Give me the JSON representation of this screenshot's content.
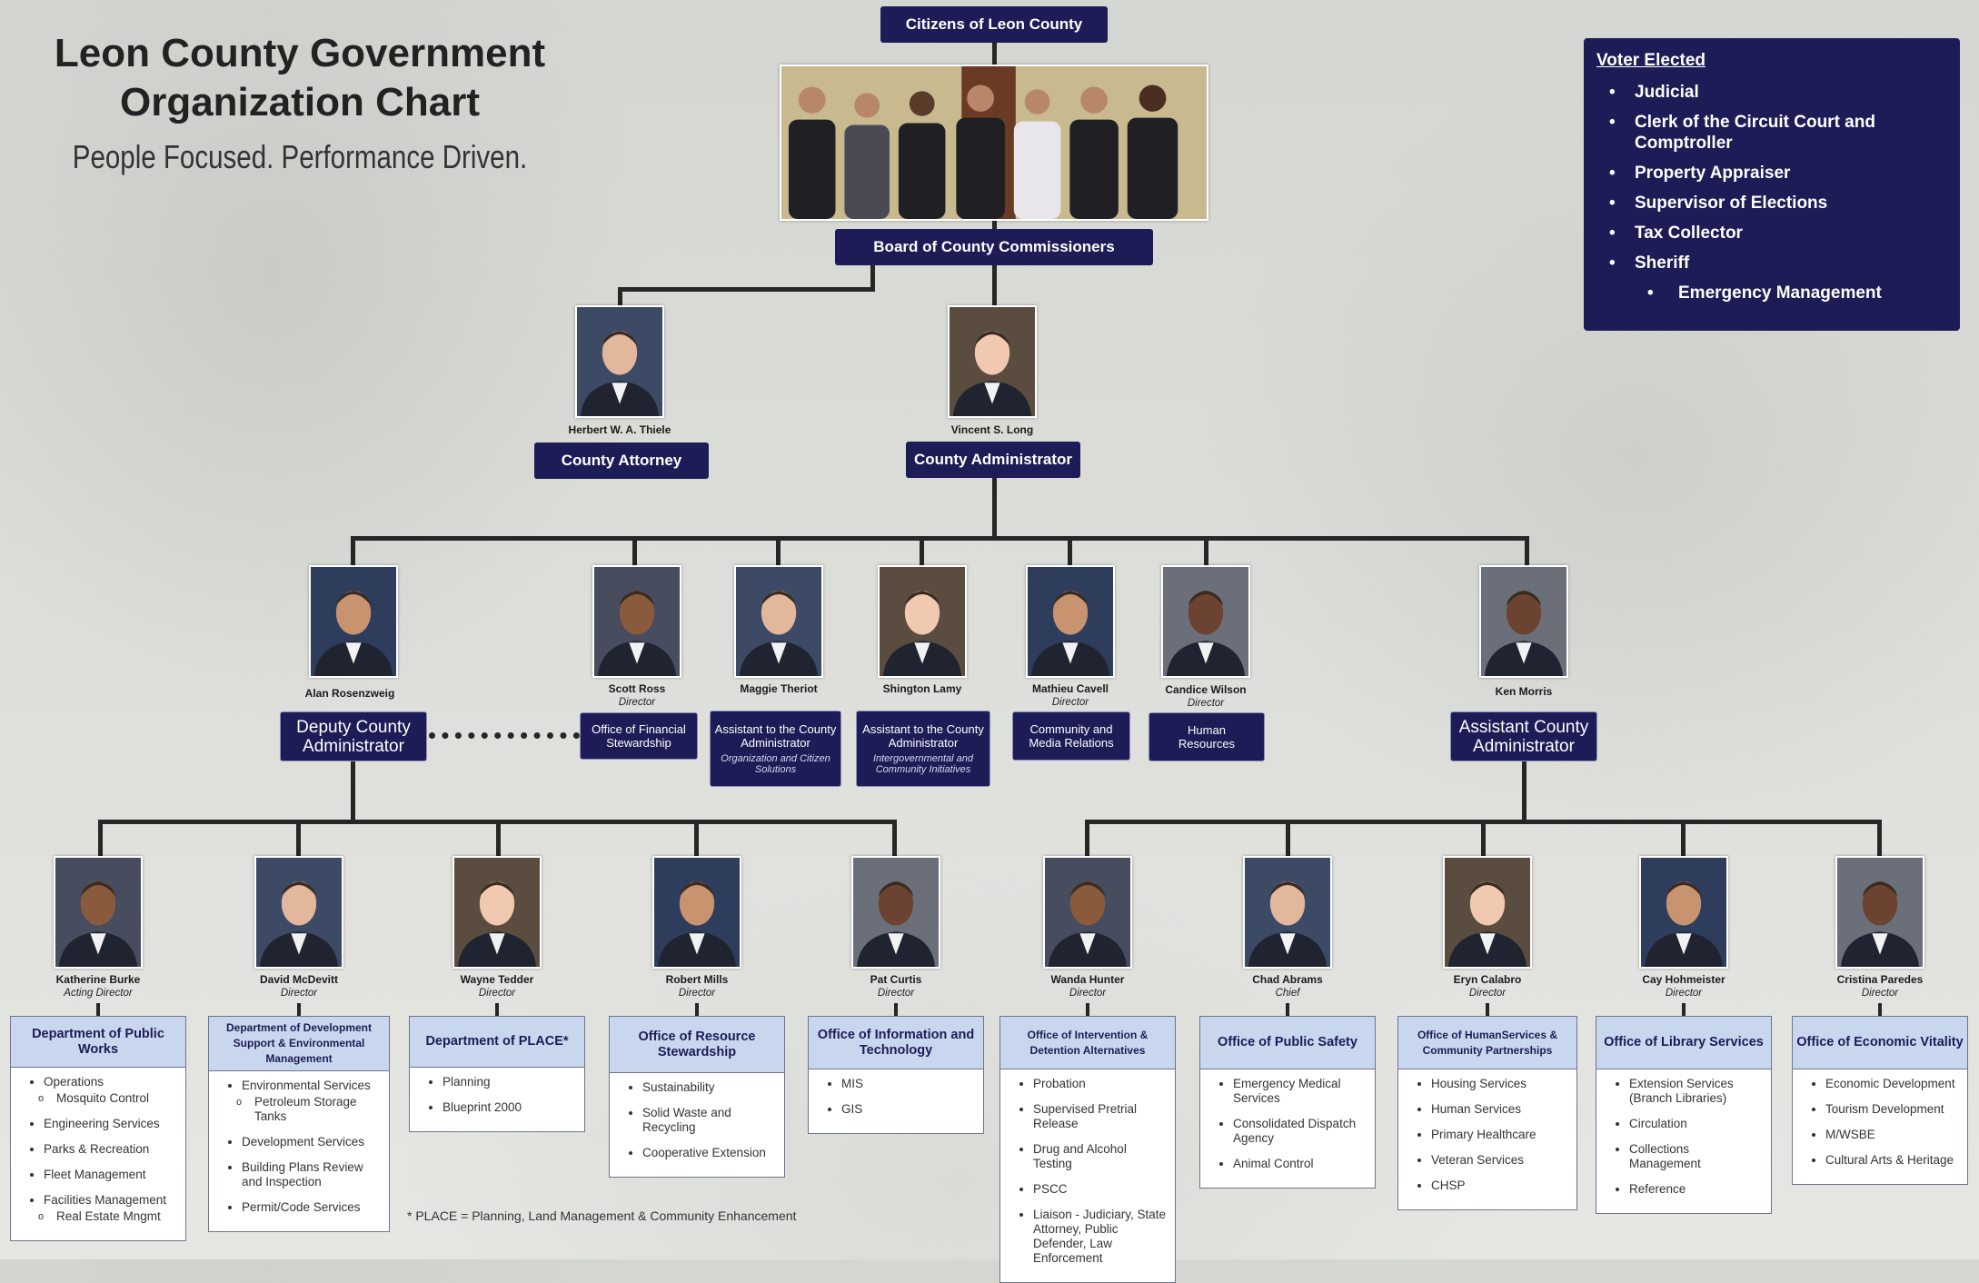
{
  "title": {
    "line1": "Leon County Government",
    "line2": "Organization Chart",
    "tagline": "People Focused. Performance Driven."
  },
  "top": {
    "citizens": "Citizens of Leon County",
    "board": "Board of County Commissioners"
  },
  "voter_elected": {
    "heading": "Voter Elected",
    "items": [
      "Judicial",
      "Clerk of the Circuit Court and Comptroller",
      "Property Appraiser",
      "Supervisor of Elections",
      "Tax Collector",
      "Sheriff"
    ],
    "sub_item": "Emergency Management"
  },
  "attorney": {
    "name": "Herbert W. A. Thiele",
    "role": "County Attorney"
  },
  "administrator": {
    "name": "Vincent S. Long",
    "role": "County Administrator"
  },
  "deputy": {
    "name": "Alan Rosenzweig",
    "role": "Deputy County Administrator"
  },
  "assistant": {
    "name": "Ken Morris",
    "role": "Assistant County Administrator"
  },
  "middle": [
    {
      "name": "Scott Ross",
      "title": "Director",
      "role": "Office of Financial Stewardship",
      "sub": ""
    },
    {
      "name": "Maggie Theriot",
      "title": "",
      "role": "Assistant to the County Administrator",
      "sub": "Organization and Citizen Solutions"
    },
    {
      "name": "Shington Lamy",
      "title": "",
      "role": "Assistant to the County Administrator",
      "sub": "Intergovernmental and Community Initiatives"
    },
    {
      "name": "Mathieu Cavell",
      "title": "Director",
      "role": "Community and Media Relations",
      "sub": ""
    },
    {
      "name": "Candice Wilson",
      "title": "Director",
      "role": "Human Resources",
      "sub": ""
    }
  ],
  "departments": [
    {
      "name": "Katherine Burke",
      "title": "Acting Director",
      "dept": "Department of Public Works",
      "items": [
        {
          "t": "Operations"
        },
        {
          "t": "Mosquito Control",
          "sub": true
        },
        {
          "t": "Engineering Services"
        },
        {
          "t": "Parks & Recreation"
        },
        {
          "t": "Fleet Management"
        },
        {
          "t": "Facilities Management"
        },
        {
          "t": "Real Estate Mngmt",
          "sub": true
        }
      ]
    },
    {
      "name": "David McDevitt",
      "title": "Director",
      "dept": "Department of Development Support & Environmental Management",
      "items": [
        {
          "t": "Environmental Services"
        },
        {
          "t": "Petroleum Storage Tanks",
          "sub": true
        },
        {
          "t": "Development Services"
        },
        {
          "t": "Building Plans Review and Inspection"
        },
        {
          "t": "Permit/Code Services"
        }
      ]
    },
    {
      "name": "Wayne Tedder",
      "title": "Director",
      "dept": "Department of PLACE*",
      "items": [
        {
          "t": "Planning"
        },
        {
          "t": "Blueprint 2000"
        }
      ]
    },
    {
      "name": "Robert Mills",
      "title": "Director",
      "dept": "Office of Resource Stewardship",
      "items": [
        {
          "t": "Sustainability"
        },
        {
          "t": "Solid Waste and Recycling"
        },
        {
          "t": "Cooperative Extension"
        }
      ]
    },
    {
      "name": "Pat Curtis",
      "title": "Director",
      "dept": "Office of Information and Technology",
      "items": [
        {
          "t": "MIS"
        },
        {
          "t": "GIS"
        }
      ]
    },
    {
      "name": "Wanda Hunter",
      "title": "Director",
      "dept": "Office of Intervention & Detention Alternatives",
      "items": [
        {
          "t": "Probation"
        },
        {
          "t": "Supervised Pretrial Release"
        },
        {
          "t": "Drug and Alcohol Testing"
        },
        {
          "t": "PSCC"
        },
        {
          "t": "Liaison - Judiciary, State Attorney, Public Defender, Law Enforcement"
        }
      ]
    },
    {
      "name": "Chad Abrams",
      "title": "Chief",
      "dept": "Office of Public Safety",
      "items": [
        {
          "t": "Emergency Medical Services"
        },
        {
          "t": "Consolidated Dispatch Agency"
        },
        {
          "t": "Animal Control"
        }
      ]
    },
    {
      "name": "Eryn Calabro",
      "title": "Director",
      "dept": "Office of HumanServices & Community Partnerships",
      "items": [
        {
          "t": "Housing Services"
        },
        {
          "t": "Human Services"
        },
        {
          "t": "Primary Healthcare"
        },
        {
          "t": "Veteran Services"
        },
        {
          "t": "CHSP"
        }
      ]
    },
    {
      "name": "Cay Hohmeister",
      "title": "Director",
      "dept": "Office of Library Services",
      "items": [
        {
          "t": "Extension Services (Branch Libraries)"
        },
        {
          "t": "Circulation"
        },
        {
          "t": "Collections Management"
        },
        {
          "t": "Reference"
        }
      ]
    },
    {
      "name": "Cristina Paredes",
      "title": "Director",
      "dept": "Office of Economic Vitality",
      "items": [
        {
          "t": "Economic Development"
        },
        {
          "t": "Tourism Development"
        },
        {
          "t": "M/WSBE"
        },
        {
          "t": "Cultural Arts & Heritage"
        }
      ]
    }
  ],
  "footnote": "* PLACE = Planning, Land Management & Community Enhancement"
}
